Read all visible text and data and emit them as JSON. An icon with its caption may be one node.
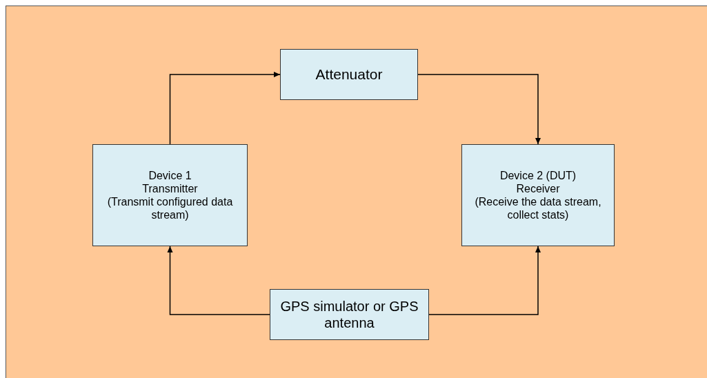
{
  "diagram": {
    "nodes": [
      {
        "text": [
          "Attenuator"
        ]
      },
      {
        "text": [
          "Device 1",
          "Transmitter",
          "(Transmit configured data stream)"
        ]
      },
      {
        "text": [
          "Device 2 (DUT)",
          "Receiver",
          "(Receive the data stream, collect stats)"
        ]
      },
      {
        "text": [
          "GPS simulator or GPS antenna"
        ]
      }
    ],
    "edges": [
      {
        "from": 1,
        "to": 0,
        "arrow": "to"
      },
      {
        "from": 0,
        "to": 2,
        "arrow": "to"
      },
      {
        "from": 3,
        "to": 1,
        "arrow": "to"
      },
      {
        "from": 3,
        "to": 2,
        "arrow": "to"
      }
    ]
  }
}
